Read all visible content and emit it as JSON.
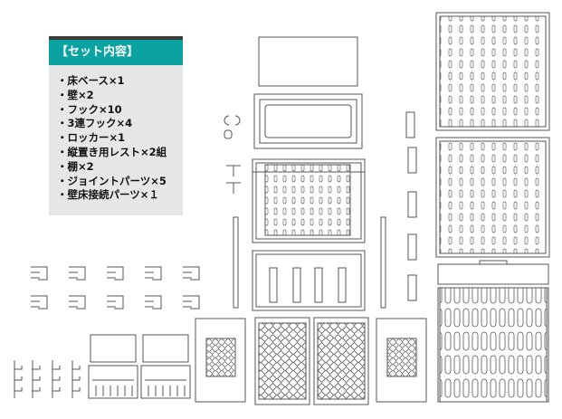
{
  "contents": {
    "title": "【セット内容】",
    "items": [
      "・床ベース×1",
      "・壁×2",
      "・フック×10",
      "・3連フック×4",
      "・ロッカー×1",
      "・縦置き用レスト×2組",
      "・棚×2",
      "・ジョイントパーツ×5",
      "・壁床接続パーツ×１"
    ]
  },
  "colors": {
    "accent": "#0aa3a1",
    "outline": "#555555",
    "panel": "#e7e7e7"
  }
}
